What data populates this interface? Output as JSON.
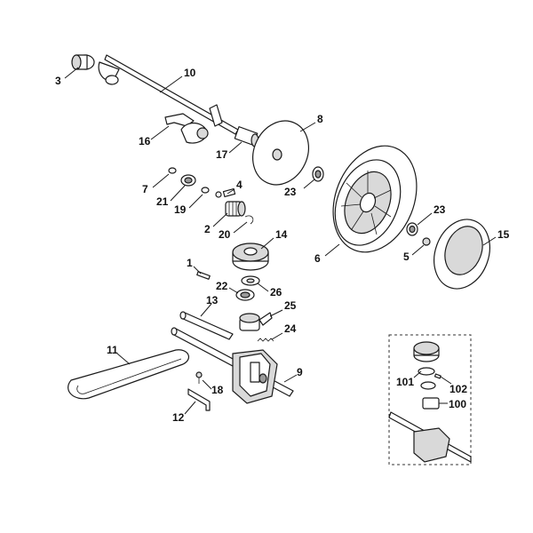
{
  "callouts": {
    "c1": "1",
    "c2": "2",
    "c3": "3",
    "c4": "4",
    "c5": "5",
    "c6": "6",
    "c7": "7",
    "c8": "8",
    "c9": "9",
    "c10": "10",
    "c11": "11",
    "c12": "12",
    "c13": "13",
    "c14": "14",
    "c15": "15",
    "c16": "16",
    "c17": "17",
    "c18": "18",
    "c19": "19",
    "c20": "20",
    "c21": "21",
    "c22": "22",
    "c23a": "23",
    "c23b": "23",
    "c24": "24",
    "c25": "25",
    "c26": "26",
    "c100": "100",
    "c101": "101",
    "c102": "102"
  }
}
